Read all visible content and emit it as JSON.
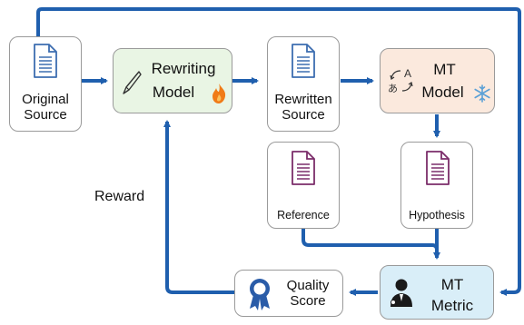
{
  "nodes": {
    "original_source": {
      "line1": "Original",
      "line2": "Source"
    },
    "rewriting_model": {
      "line1": "Rewriting",
      "line2": "Model",
      "bg": "#e9f5e4"
    },
    "rewritten_source": {
      "line1": "Rewritten",
      "line2": "Source"
    },
    "mt_model": {
      "line1": "MT",
      "line2": "Model",
      "bg": "#fbe9dd"
    },
    "hypothesis": {
      "label": "Hypothesis"
    },
    "reference": {
      "label": "Reference"
    },
    "mt_metric": {
      "line1": "MT",
      "line2": "Metric",
      "bg": "#d9eef8"
    },
    "quality_score": {
      "line1": "Quality",
      "line2": "Score"
    }
  },
  "edges": {
    "reward_label": "Reward"
  },
  "colors": {
    "arrow": "#1f5fae",
    "doc_blue": "#3c6db0",
    "doc_purple": "#7b2d6a",
    "flame": "#f07b17",
    "snow": "#5aa0d6",
    "award": "#2a5ca8",
    "person": "#1a1a1a"
  },
  "icons": [
    "document-icon",
    "pen-icon",
    "flame-icon",
    "translate-icon",
    "snowflake-icon",
    "award-ribbon-icon",
    "person-icon"
  ]
}
